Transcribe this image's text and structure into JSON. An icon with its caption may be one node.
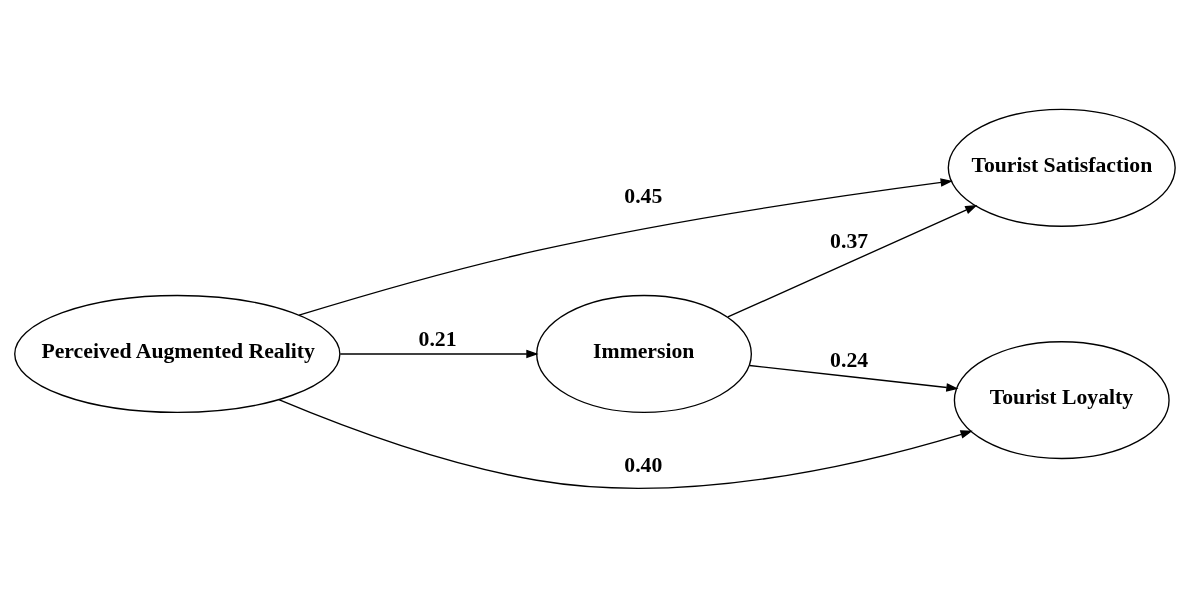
{
  "diagram": {
    "nodes": [
      {
        "text": [
          "Perceived Augmented Reality"
        ]
      },
      {
        "text": [
          "Immersion"
        ]
      },
      {
        "text": [
          "Tourist Satisfaction"
        ]
      },
      {
        "text": [
          "Tourist Loyalty"
        ]
      }
    ],
    "edges": [
      {
        "from": 0,
        "to": 2,
        "arrow": "to",
        "label": "0.45"
      },
      {
        "from": 0,
        "to": 1,
        "arrow": "to",
        "label": "0.21"
      },
      {
        "from": 1,
        "to": 2,
        "arrow": "to",
        "label": "0.37"
      },
      {
        "from": 1,
        "to": 3,
        "arrow": "to",
        "label": "0.24"
      },
      {
        "from": 0,
        "to": 3,
        "arrow": "to",
        "label": "0.40"
      }
    ]
  }
}
